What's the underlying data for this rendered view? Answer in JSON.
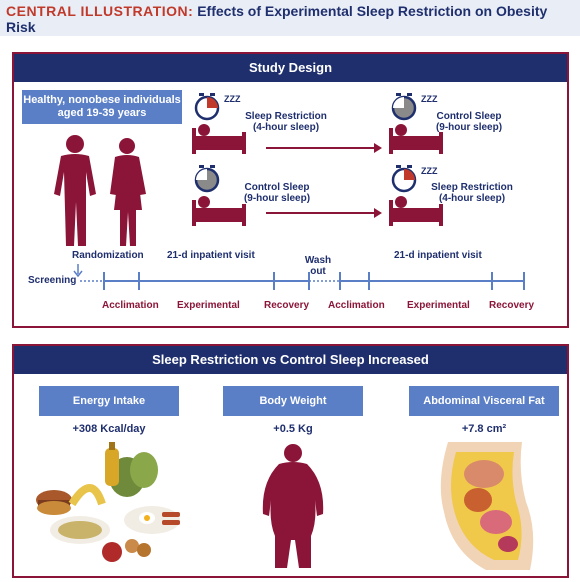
{
  "header": {
    "label": "CENTRAL ILLUSTRATION:",
    "title": "Effects of Experimental Sleep Restriction on Obesity Risk"
  },
  "study_design": {
    "title": "Study Design",
    "participants": "Healthy, nonobese individuals aged 19-39 years",
    "arm1": {
      "first": {
        "name": "Sleep Restriction",
        "hours": "(4-hour sleep)"
      },
      "second": {
        "name": "Control Sleep",
        "hours": "(9-hour sleep)"
      }
    },
    "arm2": {
      "first": {
        "name": "Control Sleep",
        "hours": "(9-hour sleep)"
      },
      "second": {
        "name": "Sleep Restriction",
        "hours": "(4-hour sleep)"
      }
    },
    "zzz": "ZZZ",
    "timeline": {
      "randomization": "Randomization",
      "visit1": "21-d inpatient visit",
      "washout": "Wash out",
      "visit2": "21-d inpatient visit",
      "screening": "Screening",
      "phases": [
        "Acclimation",
        "Experimental",
        "Recovery",
        "Acclimation",
        "Experimental",
        "Recovery"
      ]
    }
  },
  "results": {
    "title": "Sleep Restriction vs Control Sleep Increased",
    "items": [
      {
        "label": "Energy Intake",
        "value": "+308 Kcal/day"
      },
      {
        "label": "Body Weight",
        "value": "+0.5 Kg"
      },
      {
        "label": "Abdominal Visceral Fat",
        "value": "+7.8 cm²"
      }
    ]
  },
  "colors": {
    "navy": "#1f2f6e",
    "maroon": "#8b1538",
    "blue": "#5b7fc7",
    "accent_red": "#c0392b"
  }
}
